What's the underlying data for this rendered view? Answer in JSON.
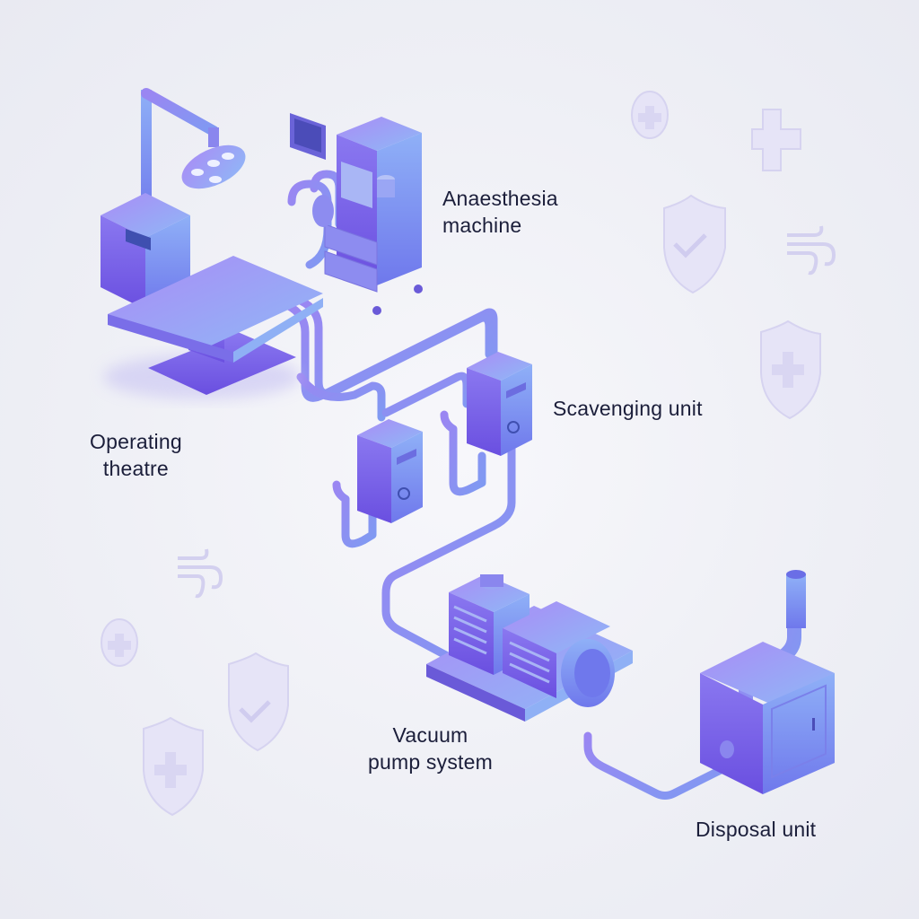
{
  "diagram": {
    "colors": {
      "background": "#eeeff5",
      "equipment_light": "#8fb0f5",
      "equipment_mid": "#7a7cf0",
      "equipment_dark": "#7050e0",
      "pipe": "#8a86ee",
      "label_text": "#1b1e3a",
      "icon_ghost": "#dcdaf3"
    },
    "nodes": [
      {
        "id": "operating-theatre",
        "lines": [
          "Operating",
          "theatre"
        ]
      },
      {
        "id": "anaesthesia-machine",
        "lines": [
          "Anaesthesia",
          "machine"
        ]
      },
      {
        "id": "scavenging-unit",
        "lines": [
          "Scavenging unit"
        ]
      },
      {
        "id": "vacuum-pump-system",
        "lines": [
          "Vacuum",
          "pump system"
        ]
      },
      {
        "id": "disposal-unit",
        "lines": [
          "Disposal unit"
        ]
      }
    ],
    "edges": [
      {
        "from": "anaesthesia-machine",
        "to": "scavenging-unit"
      },
      {
        "from": "operating-theatre",
        "to": "scavenging-unit"
      },
      {
        "from": "scavenging-unit",
        "to": "vacuum-pump-system"
      },
      {
        "from": "vacuum-pump-system",
        "to": "disposal-unit"
      }
    ],
    "decorative_icons": [
      "plus-circle-icon",
      "medical-cross-icon",
      "shield-check-icon",
      "wind-icon",
      "shield-plus-icon",
      "wind-icon",
      "plus-circle-icon",
      "shield-check-icon",
      "shield-plus-icon"
    ]
  }
}
